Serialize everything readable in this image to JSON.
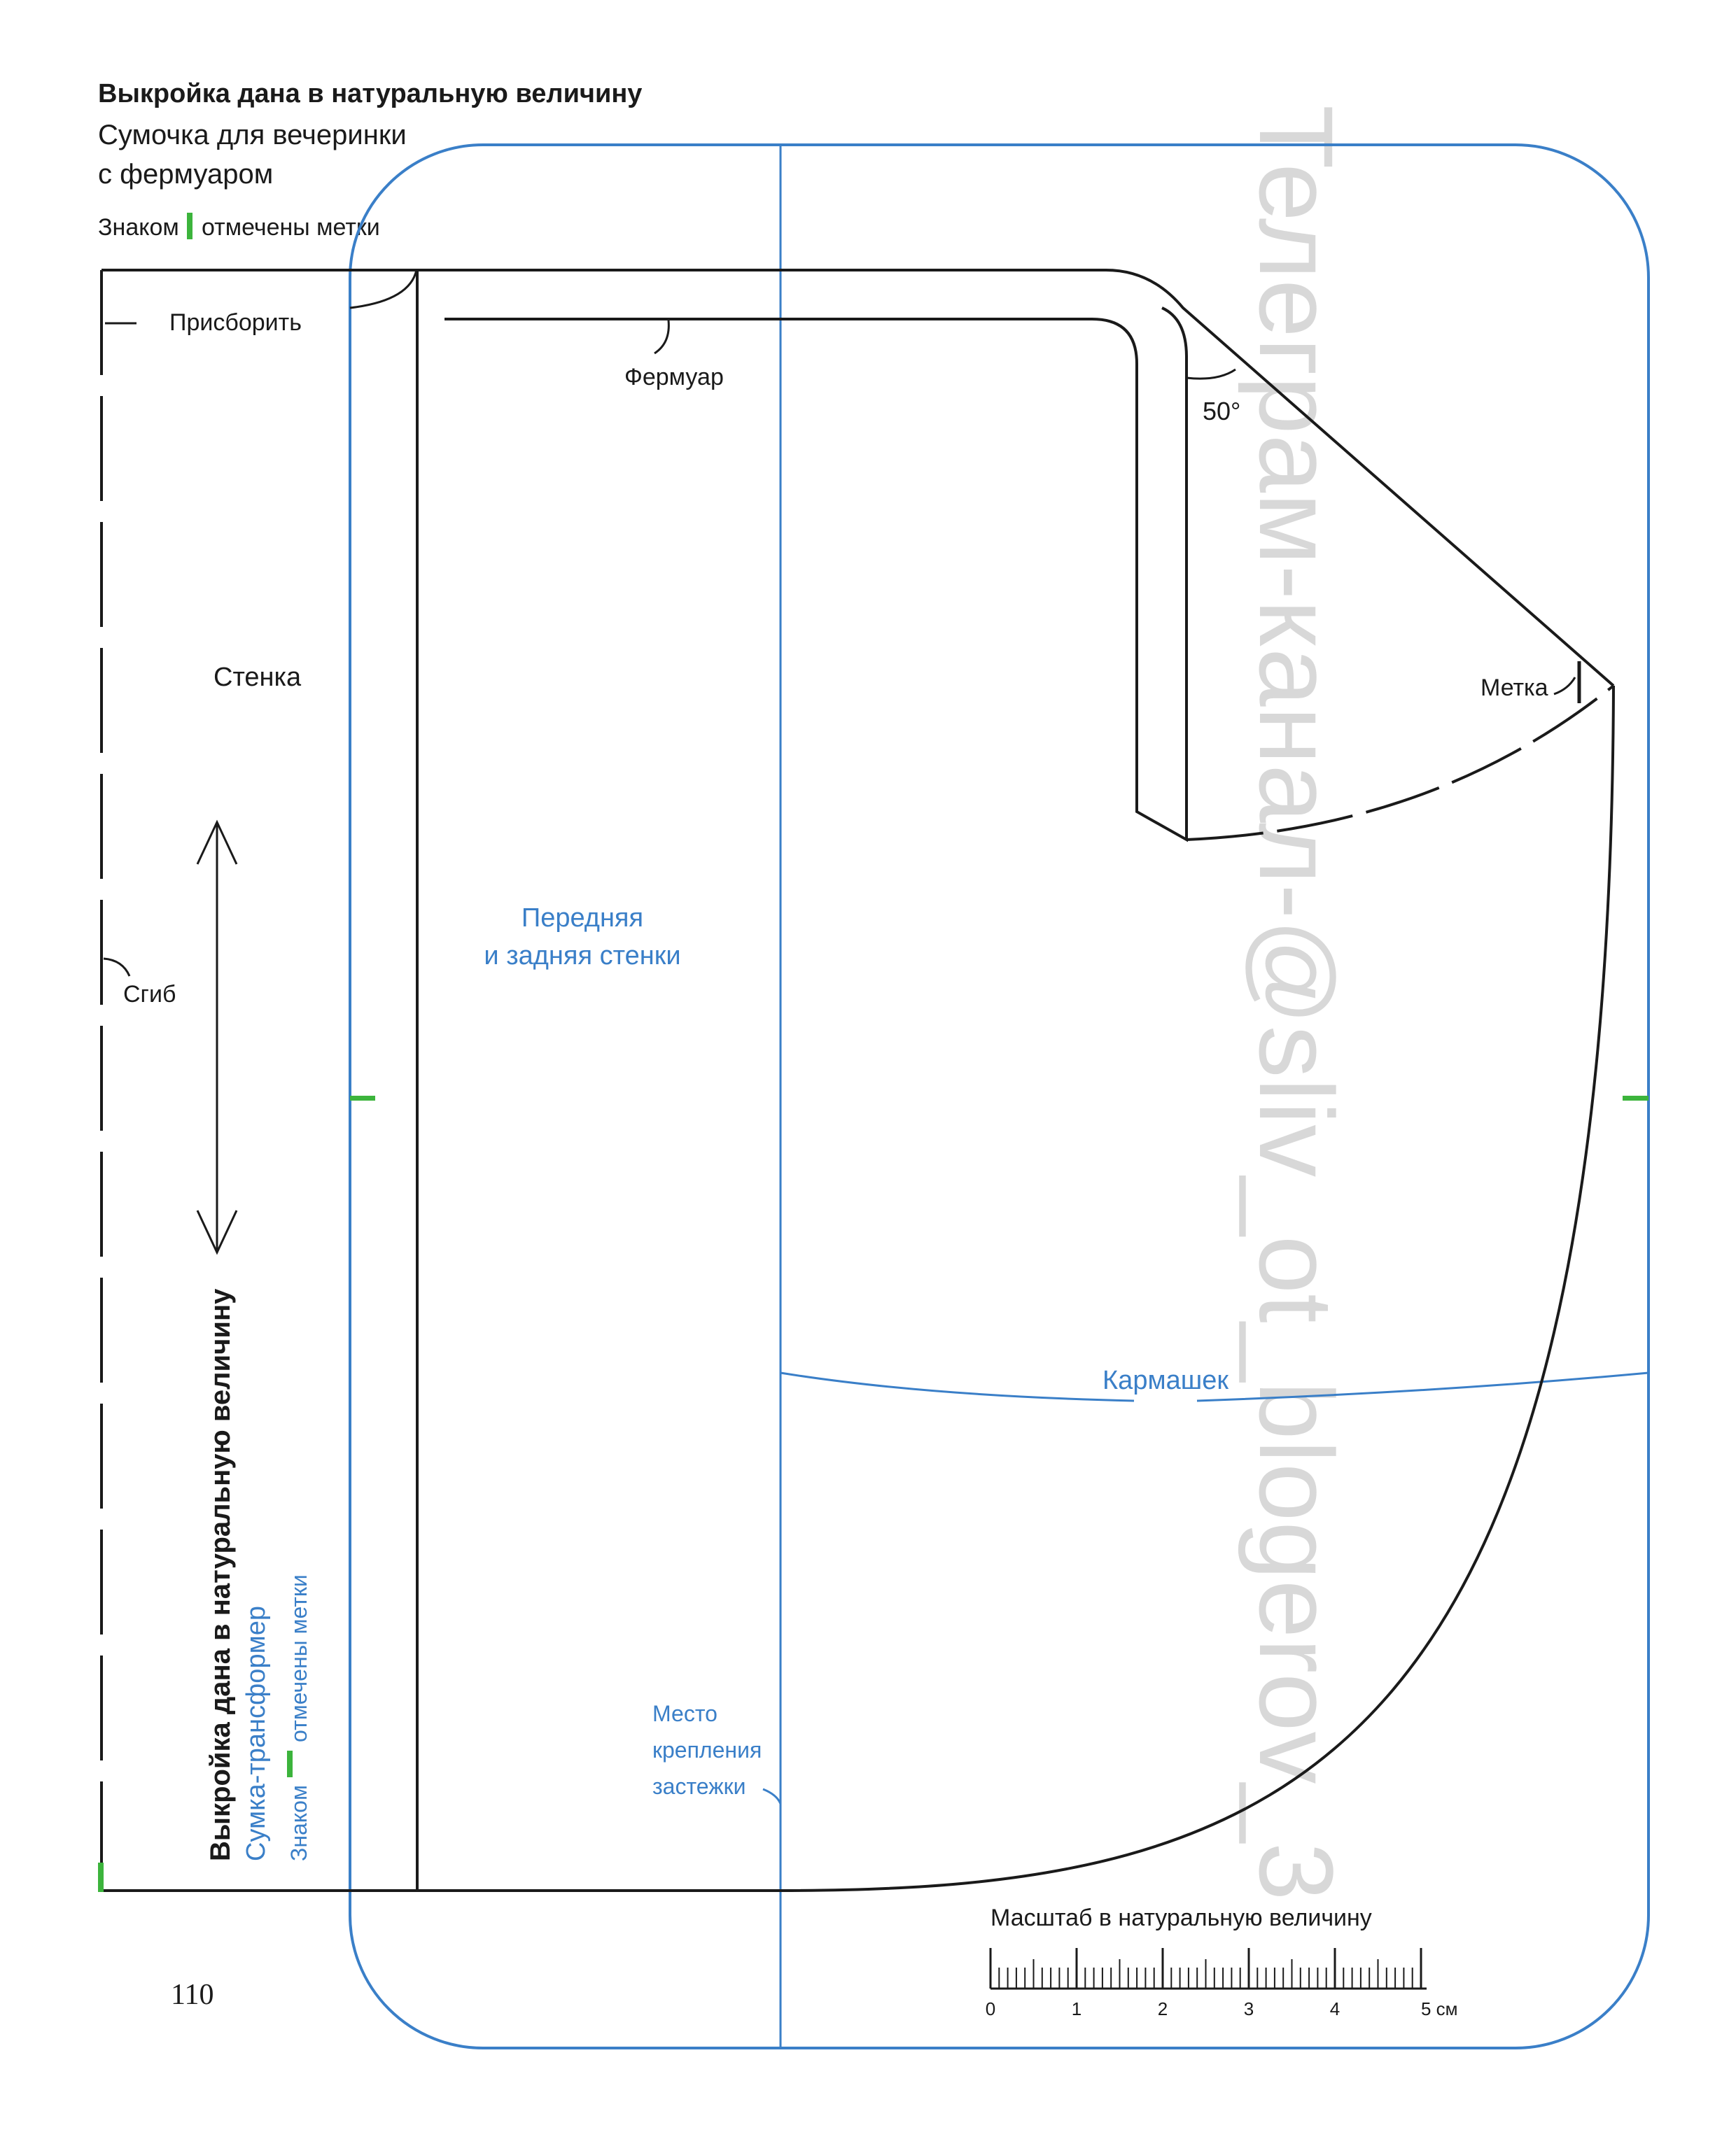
{
  "header": {
    "title": "Выкройка дана в натуральную величину",
    "subtitle_line1": "Сумочка для вечеринки",
    "subtitle_line2": "с фермуаром",
    "legend_prefix": "Знаком",
    "legend_suffix": "отмечены метки"
  },
  "labels": {
    "gather": "Присборить",
    "frame": "Фермуар",
    "angle": "50°",
    "mark": "Метка",
    "wall": "Стенка",
    "fold": "Сгиб",
    "front_back_line1": "Передняя",
    "front_back_line2": "и задняя стенки",
    "pocket": "Кармашек",
    "clasp_line1": "Место",
    "clasp_line2": "крепления",
    "clasp_line3": "застежки"
  },
  "side_text": {
    "title": "Выкройка дана в натуральную величину",
    "subtitle": "Сумка-трансформер",
    "legend_prefix": "Знаком",
    "legend_suffix": "отмечены метки"
  },
  "scale": {
    "title": "Масштаб в натуральную величину",
    "ticks": [
      "0",
      "1",
      "2",
      "3",
      "4",
      "5 см"
    ]
  },
  "watermark": "Телеграм-канал-@sliv_ot_blogerov_3",
  "page_number": "110",
  "colors": {
    "black": "#1a1a1a",
    "blue": "#3a7fc8",
    "green": "#3cb43c",
    "watermark": "#d8d8d8"
  }
}
